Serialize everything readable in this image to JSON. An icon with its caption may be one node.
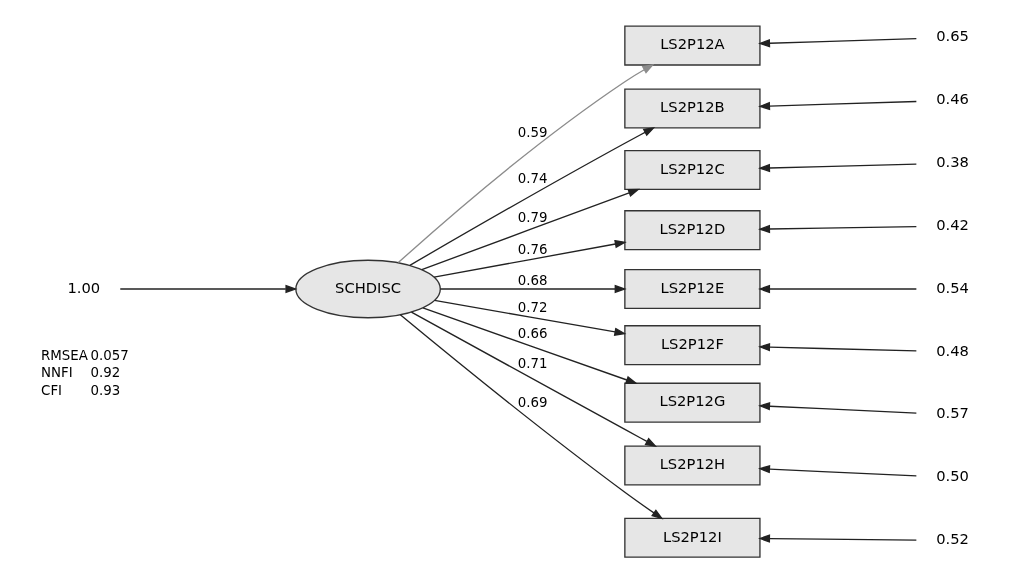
{
  "diagram": {
    "nodes": [
      {
        "text": [
          "1.00"
        ]
      },
      {
        "text": [
          "SCHDISC"
        ]
      },
      {
        "text": [
          "LS2P12A"
        ]
      },
      {
        "text": [
          "LS2P12B"
        ]
      },
      {
        "text": [
          "LS2P12C"
        ]
      },
      {
        "text": [
          "LS2P12D"
        ]
      },
      {
        "text": [
          "LS2P12E"
        ]
      },
      {
        "text": [
          "LS2P12F"
        ]
      },
      {
        "text": [
          "LS2P12G"
        ]
      },
      {
        "text": [
          "LS2P12H"
        ]
      },
      {
        "text": [
          "LS2P12I"
        ]
      },
      {
        "text": [
          "0.65"
        ]
      },
      {
        "text": [
          "0.46"
        ]
      },
      {
        "text": [
          "0.38"
        ]
      },
      {
        "text": [
          "0.42"
        ]
      },
      {
        "text": [
          "0.54"
        ]
      },
      {
        "text": [
          "0.48"
        ]
      },
      {
        "text": [
          "0.57"
        ]
      },
      {
        "text": [
          "0.50"
        ]
      },
      {
        "text": [
          "0.52"
        ]
      }
    ],
    "edges": [
      {
        "from": 0,
        "to": 1,
        "arrow": "to"
      },
      {
        "from": 1,
        "to": 2,
        "arrow": "to",
        "label": "0.59",
        "color": "#8c8c8c"
      },
      {
        "from": 1,
        "to": 3,
        "arrow": "to",
        "label": "0.74"
      },
      {
        "from": 1,
        "to": 4,
        "arrow": "to",
        "label": "0.79"
      },
      {
        "from": 1,
        "to": 5,
        "arrow": "to",
        "label": "0.76"
      },
      {
        "from": 1,
        "to": 6,
        "arrow": "to",
        "label": "0.68"
      },
      {
        "from": 1,
        "to": 7,
        "arrow": "to",
        "label": "0.72"
      },
      {
        "from": 1,
        "to": 8,
        "arrow": "to",
        "label": "0.66"
      },
      {
        "from": 1,
        "to": 9,
        "arrow": "to",
        "label": "0.71"
      },
      {
        "from": 1,
        "to": 10,
        "arrow": "to",
        "label": "0.69"
      },
      {
        "from": 11,
        "to": 2,
        "arrow": "to"
      },
      {
        "from": 12,
        "to": 3,
        "arrow": "to"
      },
      {
        "from": 13,
        "to": 4,
        "arrow": "to"
      },
      {
        "from": 14,
        "to": 5,
        "arrow": "to"
      },
      {
        "from": 15,
        "to": 6,
        "arrow": "to"
      },
      {
        "from": 16,
        "to": 7,
        "arrow": "to"
      },
      {
        "from": 17,
        "to": 8,
        "arrow": "to"
      },
      {
        "from": 18,
        "to": 9,
        "arrow": "to"
      },
      {
        "from": 19,
        "to": 10,
        "arrow": "to"
      }
    ],
    "labels": [
      "RMSEA",
      "0.057",
      "NNFI",
      "0.92",
      "CFI",
      "0.93"
    ]
  }
}
